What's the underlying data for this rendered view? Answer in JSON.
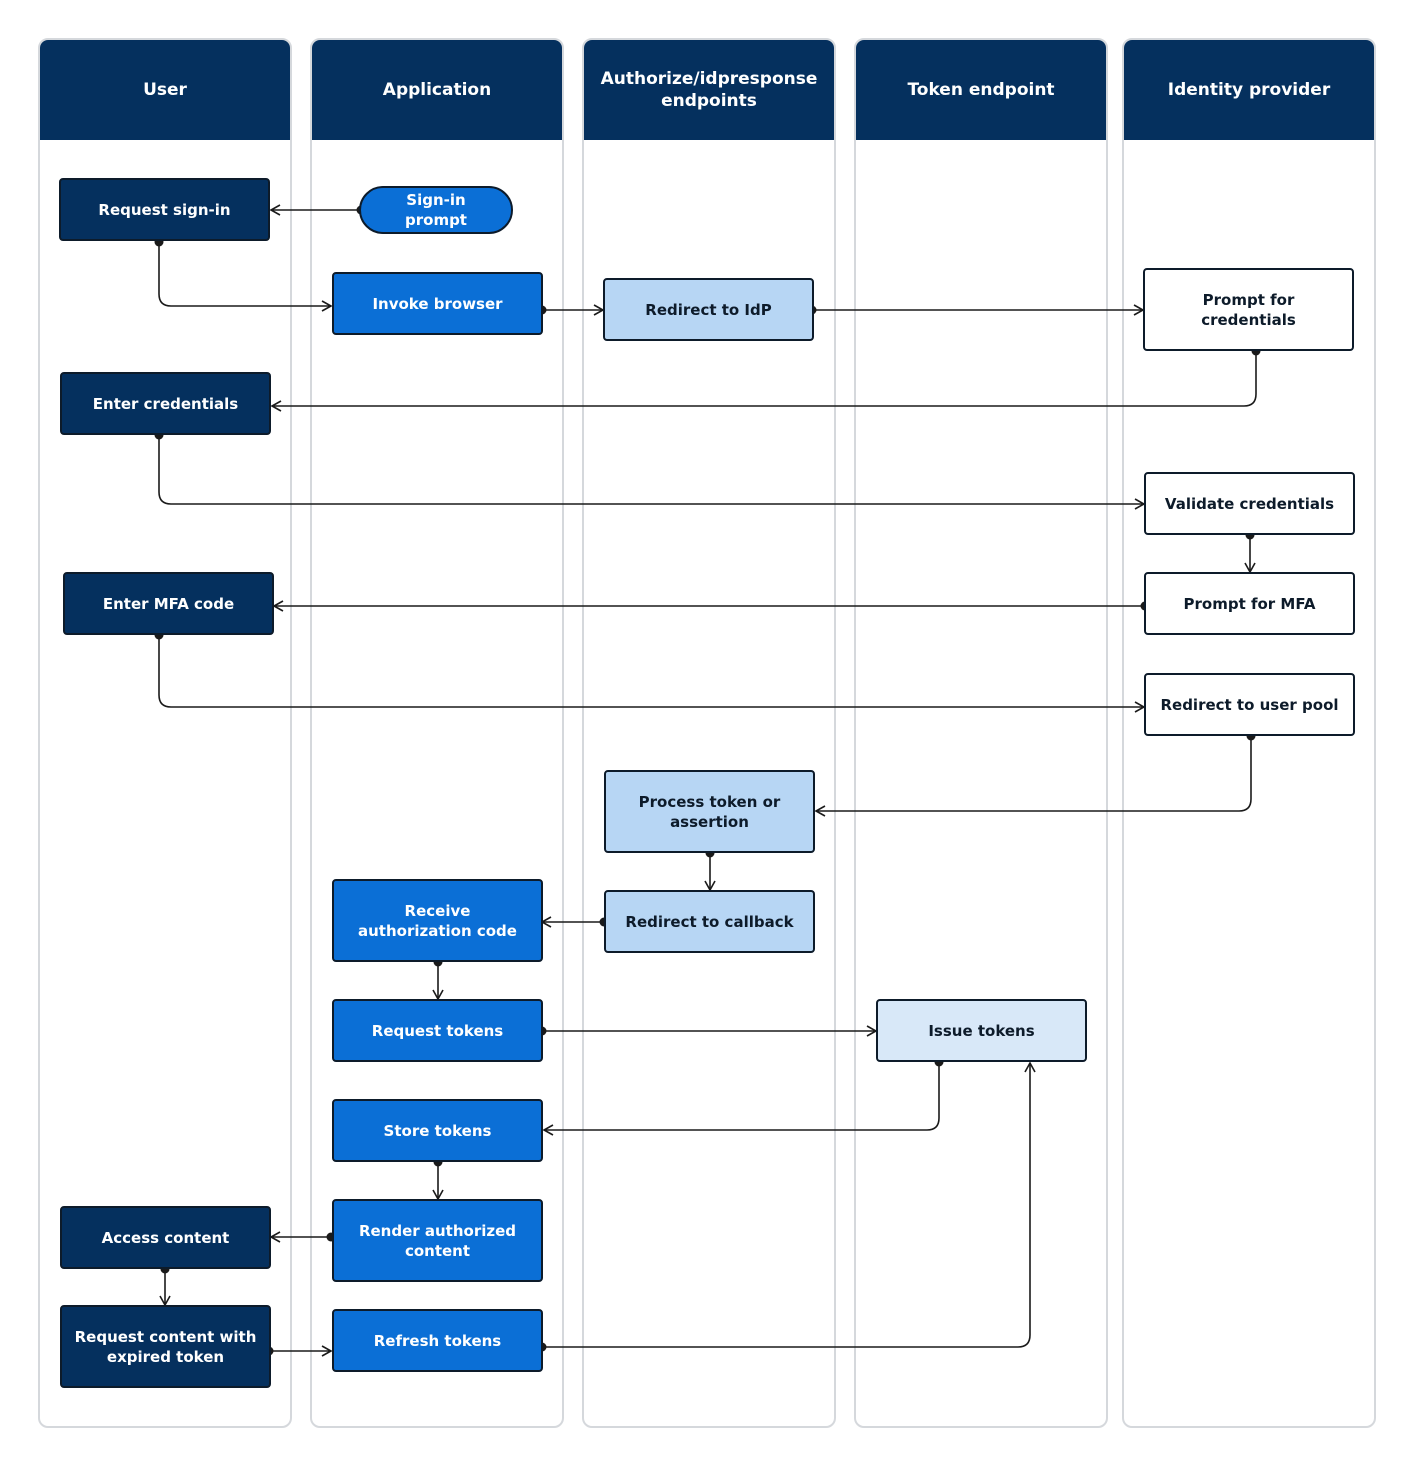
{
  "lanes": {
    "user": "User",
    "application": "Application",
    "authorize": "Authorize/idpresponse endpoints",
    "token": "Token endpoint",
    "idp": "Identity provider"
  },
  "nodes": {
    "request_sign_in": "Request sign-in",
    "sign_in_prompt": "Sign-in prompt",
    "invoke_browser": "Invoke browser",
    "redirect_to_idp": "Redirect to IdP",
    "prompt_for_credentials": "Prompt for credentials",
    "enter_credentials": "Enter credentials",
    "validate_credentials": "Validate credentials",
    "enter_mfa_code": "Enter MFA code",
    "prompt_for_mfa": "Prompt for MFA",
    "redirect_to_user_pool": "Redirect to user pool",
    "process_token": "Process token or assertion",
    "redirect_to_callback": "Redirect to callback",
    "receive_auth_code": "Receive authorization code",
    "request_tokens": "Request tokens",
    "issue_tokens": "Issue tokens",
    "store_tokens": "Store tokens",
    "render_content": "Render authorized content",
    "access_content": "Access content",
    "request_expired": "Request content with expired token",
    "refresh_tokens": "Refresh tokens"
  },
  "colors": {
    "header": "#05305e",
    "user_node": "#05305e",
    "app_node": "#0b6fd6",
    "auth_node": "#b7d6f4",
    "token_node": "#d8e8f8",
    "idp_node": "#ffffff",
    "edge": "#1a1a1a",
    "lane_border": "#d5d8dc"
  }
}
